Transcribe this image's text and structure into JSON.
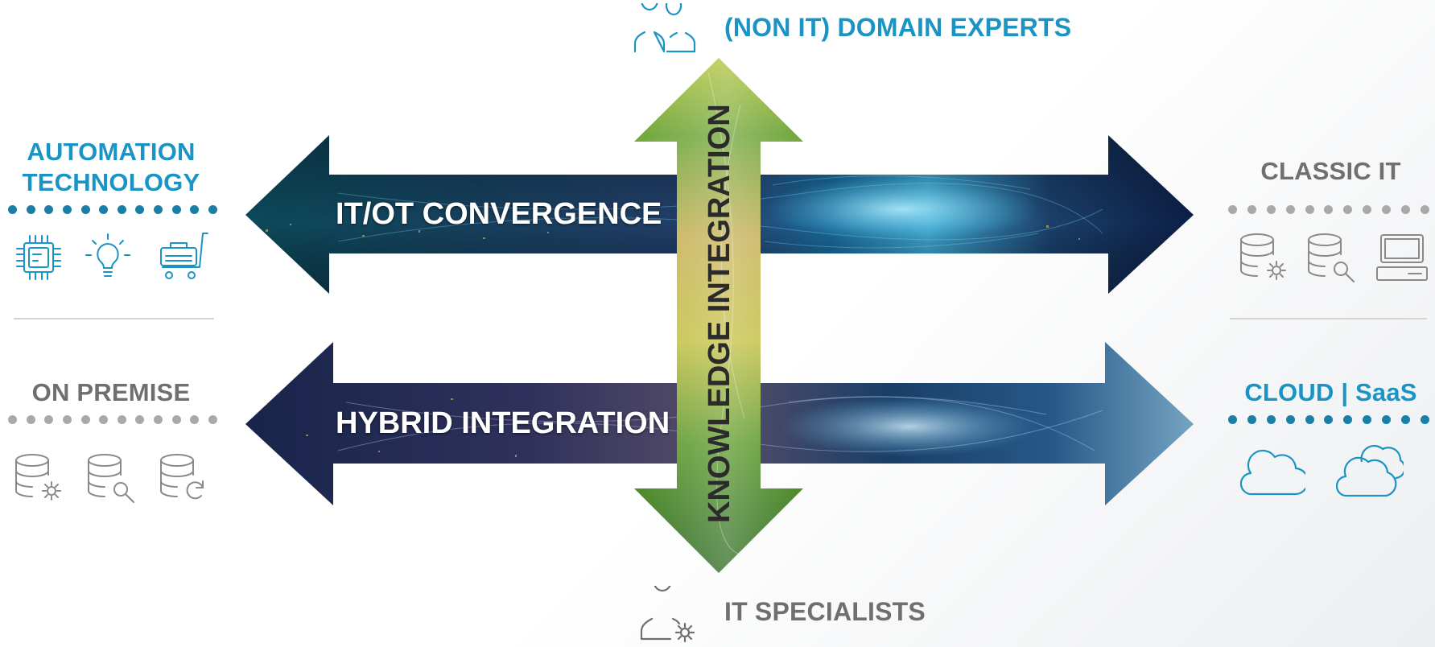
{
  "top": {
    "label": "(NON IT) DOMAIN EXPERTS",
    "icon": "users-icon"
  },
  "bottom": {
    "label": "IT SPECIALISTS",
    "icon": "user-gear-icon"
  },
  "left_top": {
    "title_line1": "AUTOMATION",
    "title_line2": "TECHNOLOGY",
    "icons": [
      "chip-icon",
      "lightbulb-icon",
      "cart-icon"
    ]
  },
  "left_bottom": {
    "title": "ON PREMISE",
    "icons": [
      "database-gear-icon",
      "database-search-icon",
      "database-refresh-icon"
    ]
  },
  "right_top": {
    "title": "CLASSIC IT",
    "icons": [
      "database-gear-icon",
      "database-search-icon",
      "computer-icon"
    ]
  },
  "right_bottom": {
    "title": "CLOUD | SaaS",
    "icons": [
      "cloud-icon",
      "double-cloud-icon"
    ]
  },
  "arrows": {
    "horizontal_top": "IT/OT CONVERGENCE",
    "horizontal_bottom": "HYBRID INTEGRATION",
    "vertical": "KNOWLEDGE INTEGRATION"
  },
  "colors": {
    "accent_blue": "#1a94c4",
    "text_gray": "#6f6f6f",
    "dot_blue": "#1a7fa6",
    "dot_gray": "#a9a9a9"
  }
}
